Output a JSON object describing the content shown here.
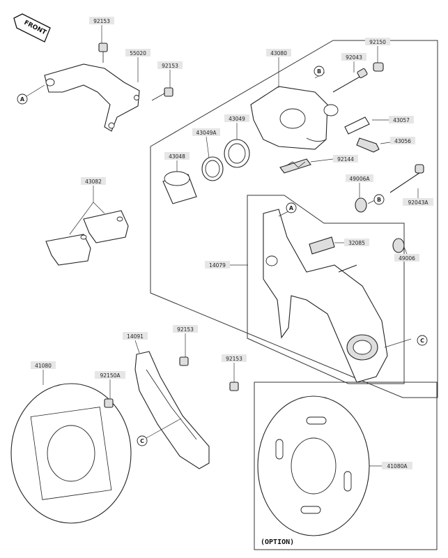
{
  "diagram": {
    "front_label": "FRONT",
    "option_label": "(OPTION)",
    "part_numbers": {
      "p92153_top": "92153",
      "p55020": "55020",
      "p92153_bracket": "92153",
      "p43080": "43080",
      "p92150": "92150",
      "p92043": "92043",
      "p43057": "43057",
      "p43056": "43056",
      "p43049": "43049",
      "p43049a": "43049A",
      "p43048": "43048",
      "p92144": "92144",
      "p49006a": "49006A",
      "p92043a": "92043A",
      "p43082": "43082",
      "p32085": "32085",
      "p14079": "14079",
      "p49006": "49006",
      "p14091": "14091",
      "p92153_guard1": "92153",
      "p92153_guard2": "92153",
      "p41080": "41080",
      "p92150a": "92150A",
      "p41080a": "41080A"
    },
    "callouts": {
      "a1": "A",
      "a2": "A",
      "b1": "B",
      "b2": "B",
      "c1": "C",
      "c2": "C"
    }
  }
}
